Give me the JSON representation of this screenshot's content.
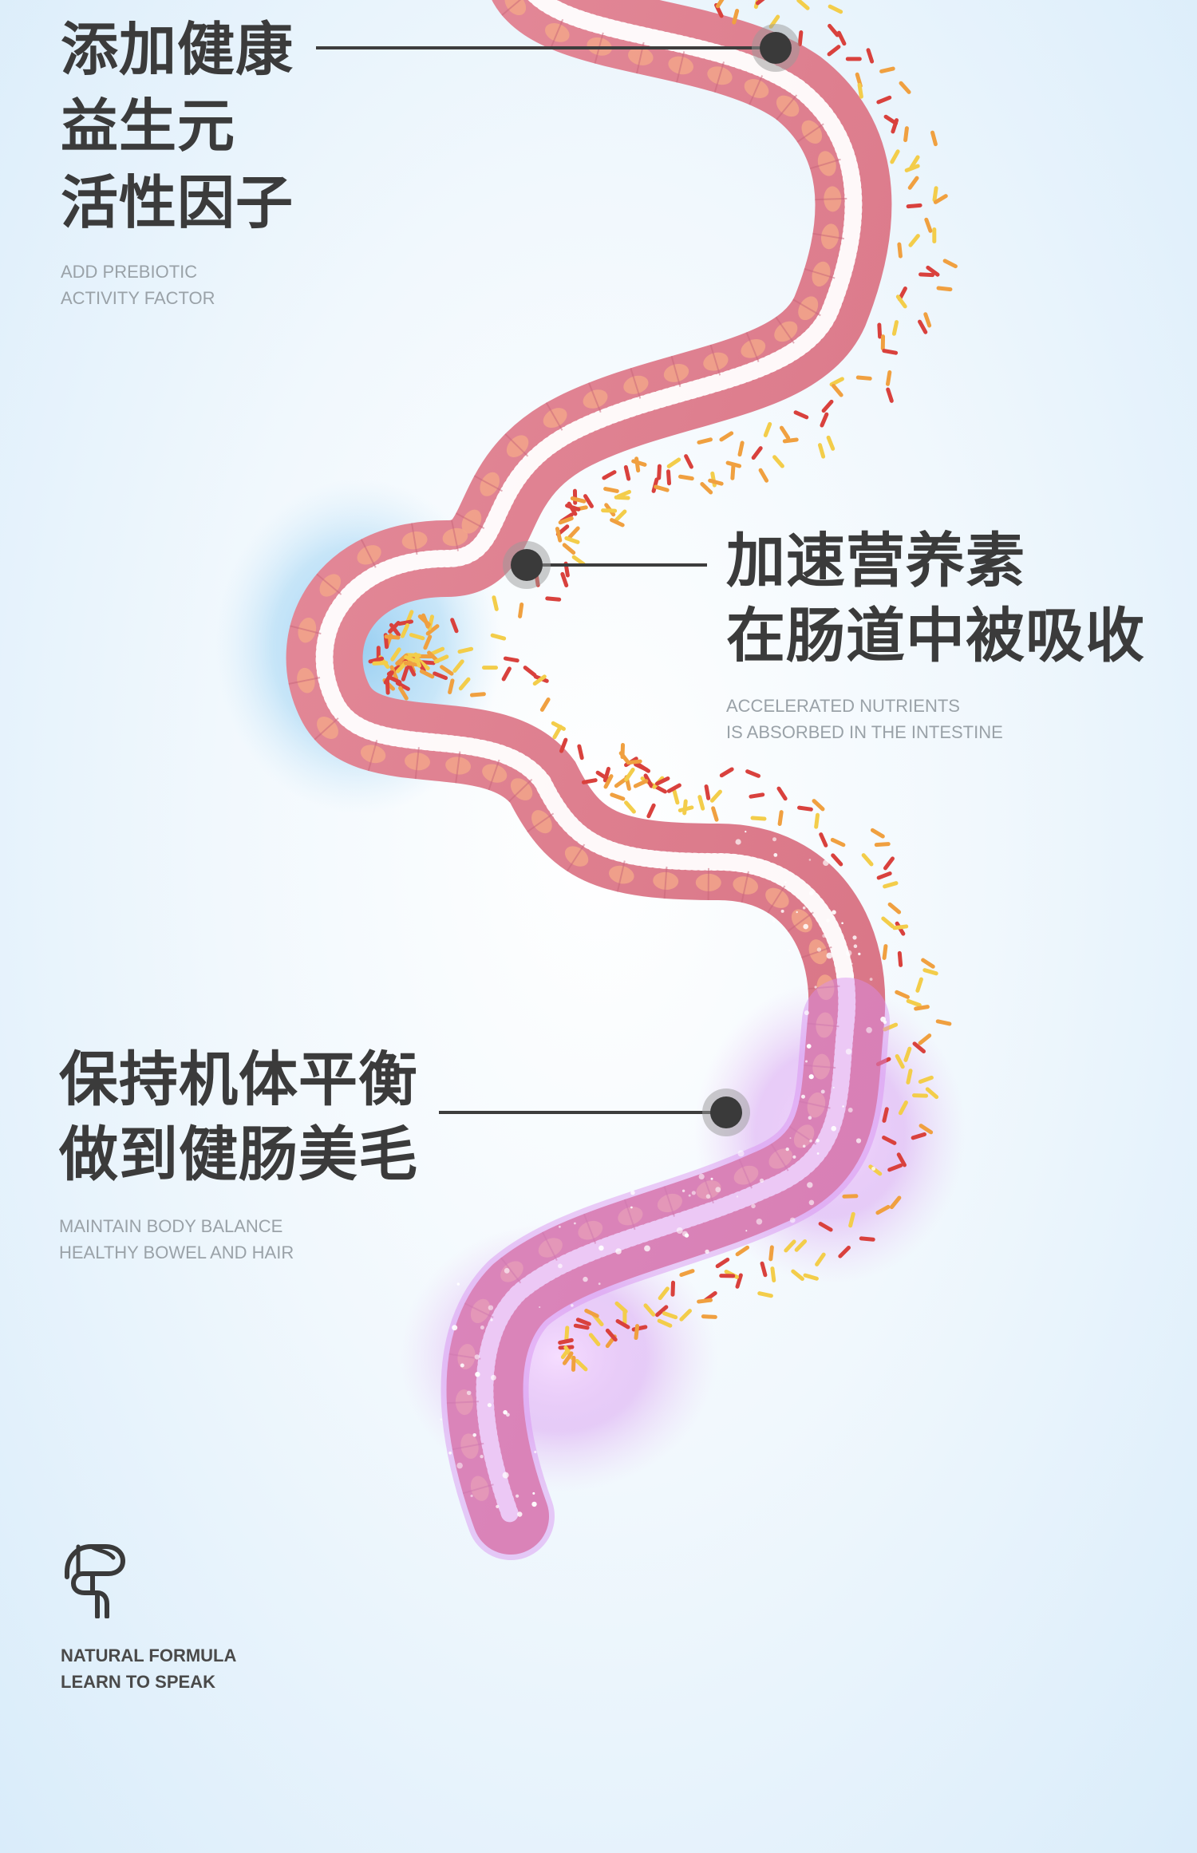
{
  "callouts": [
    {
      "title_lines": [
        "添加健康",
        "益生元",
        "活性因子"
      ],
      "subtitle_lines": [
        "ADD PREBIOTIC",
        "ACTIVITY FACTOR"
      ]
    },
    {
      "title_lines": [
        "加速营养素",
        "在肠道中被吸收"
      ],
      "subtitle_lines": [
        "ACCELERATED NUTRIENTS",
        "IS ABSORBED IN THE INTESTINE"
      ]
    },
    {
      "title_lines": [
        "保持机体平衡",
        "做到健肠美毛"
      ],
      "subtitle_lines": [
        "MAINTAIN BODY BALANCE",
        "HEALTHY BOWEL AND HAIR"
      ]
    }
  ],
  "footer": {
    "icon": "intestine-icon",
    "lines": [
      "NATURAL FORMULA",
      "LEARN TO SPEAK"
    ]
  },
  "colors": {
    "intestine_wall": "#e07f8f",
    "intestine_cell": "#f2a58a",
    "villi": "#ffffff",
    "glow_blue": "#8fcaf0",
    "glow_purple": "#d58ef0",
    "particle_red": "#d9413d",
    "particle_orange": "#f0a040",
    "particle_yellow": "#f3cd4a",
    "connector": "#3d3d3d",
    "heading": "#3b3b3b",
    "subtext": "#9aa2a8"
  }
}
